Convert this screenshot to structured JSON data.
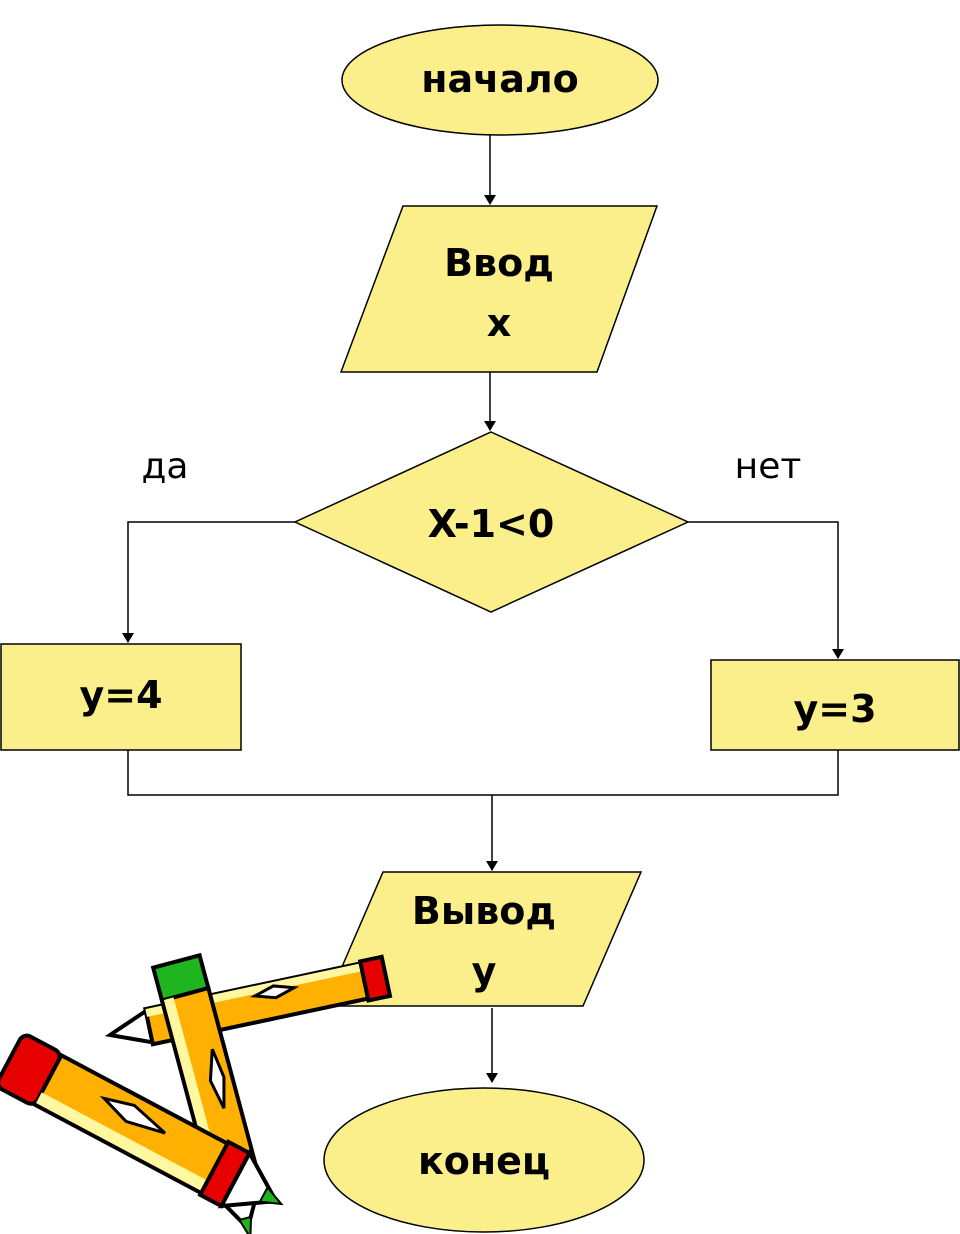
{
  "flowchart": {
    "start": {
      "label": "начало"
    },
    "input": {
      "line1": "Ввод",
      "line2": "x"
    },
    "decision": {
      "condition": "X-1<0",
      "yes_label": "да",
      "no_label": "нет"
    },
    "assign_yes": {
      "label": "y=4"
    },
    "assign_no": {
      "label": "y=3"
    },
    "output": {
      "line1": "Вывод",
      "line2": "y"
    },
    "end": {
      "label": "конец"
    }
  },
  "colors": {
    "shape_fill": "#fbef8c",
    "stroke": "#000000",
    "clipart_red": "#e60000",
    "clipart_green": "#1fb51f",
    "clipart_orange": "#ffb000"
  },
  "clipart": {
    "icon": "pencils-clipart"
  }
}
